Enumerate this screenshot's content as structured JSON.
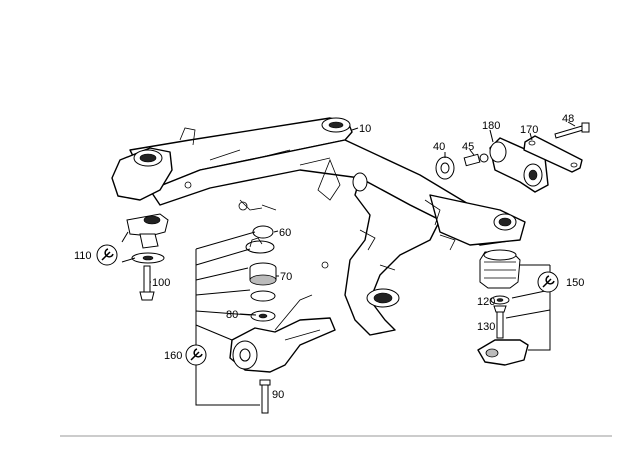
{
  "callouts": {
    "c10": "10",
    "c40": "40",
    "c45": "45",
    "c180": "180",
    "c170": "170",
    "c48": "48",
    "c60": "60",
    "c70": "70",
    "c80": "80",
    "c90": "90",
    "c100": "100",
    "c110": "110",
    "c120": "120",
    "c130": "130",
    "c150": "150",
    "c160": "160"
  },
  "icons": [
    "wrench-tool-icon"
  ]
}
